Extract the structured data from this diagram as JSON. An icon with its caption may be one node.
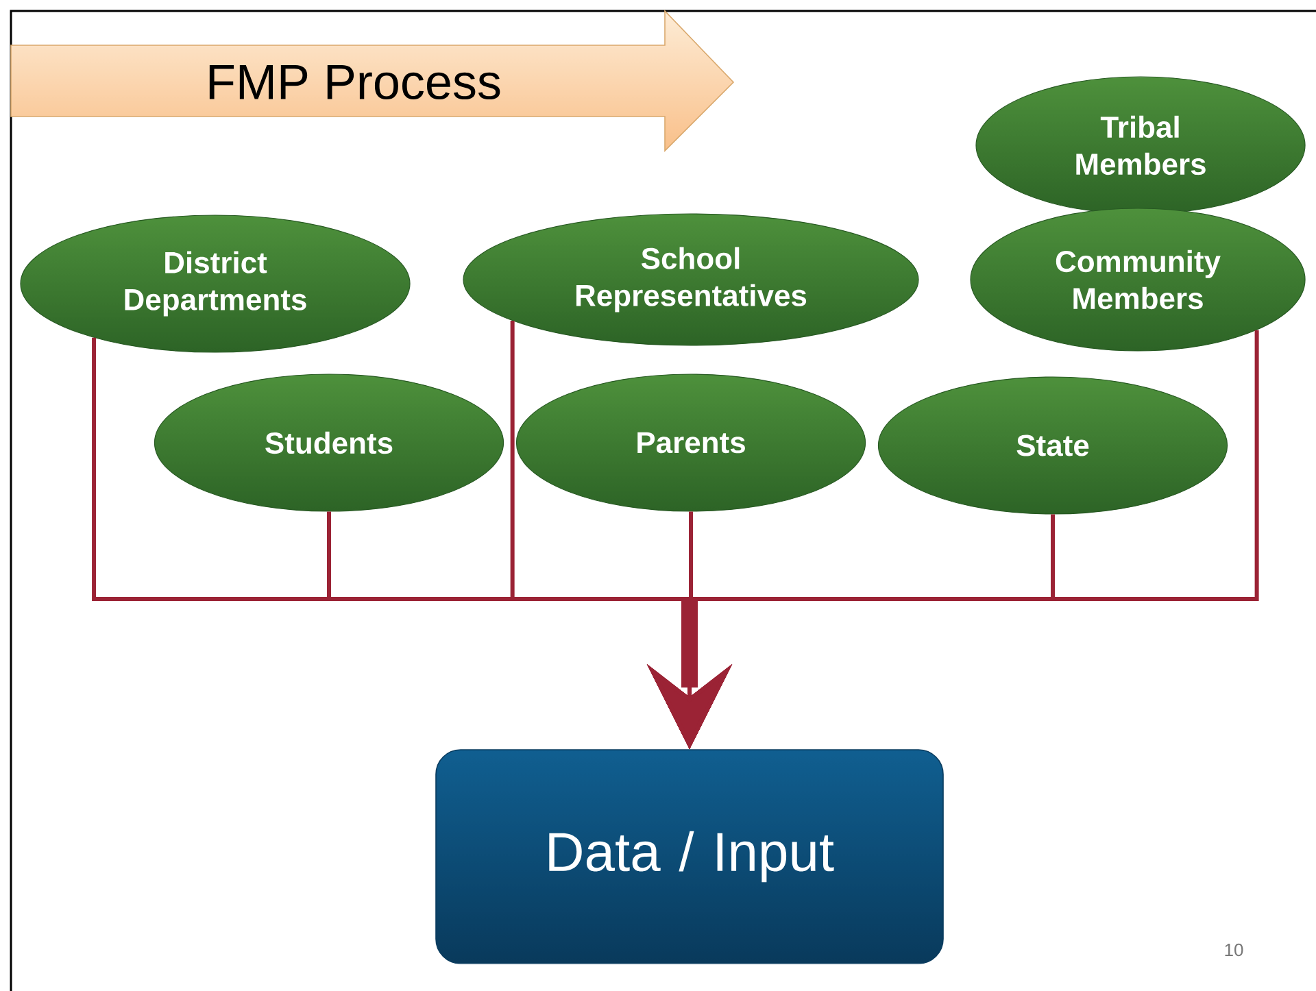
{
  "diagram": {
    "title": "FMP Process",
    "nodes": [
      {
        "text": [
          "District Departments"
        ]
      },
      {
        "text": [
          "School Representatives"
        ]
      },
      {
        "text": [
          "Tribal Members"
        ]
      },
      {
        "text": [
          "Community Members"
        ]
      },
      {
        "text": [
          "Students"
        ]
      },
      {
        "text": [
          "Parents"
        ]
      },
      {
        "text": [
          "State"
        ]
      },
      {
        "text": [
          "Data / Input"
        ]
      }
    ],
    "edges": [
      {
        "from": 0,
        "to": 7,
        "arrow": "to"
      },
      {
        "from": 1,
        "to": 7,
        "arrow": "to"
      },
      {
        "from": 3,
        "to": 7,
        "arrow": "to"
      },
      {
        "from": 4,
        "to": 7,
        "arrow": "to"
      },
      {
        "from": 5,
        "to": 7,
        "arrow": "to"
      },
      {
        "from": 6,
        "to": 7,
        "arrow": "to"
      }
    ],
    "labels": [
      "10"
    ]
  }
}
